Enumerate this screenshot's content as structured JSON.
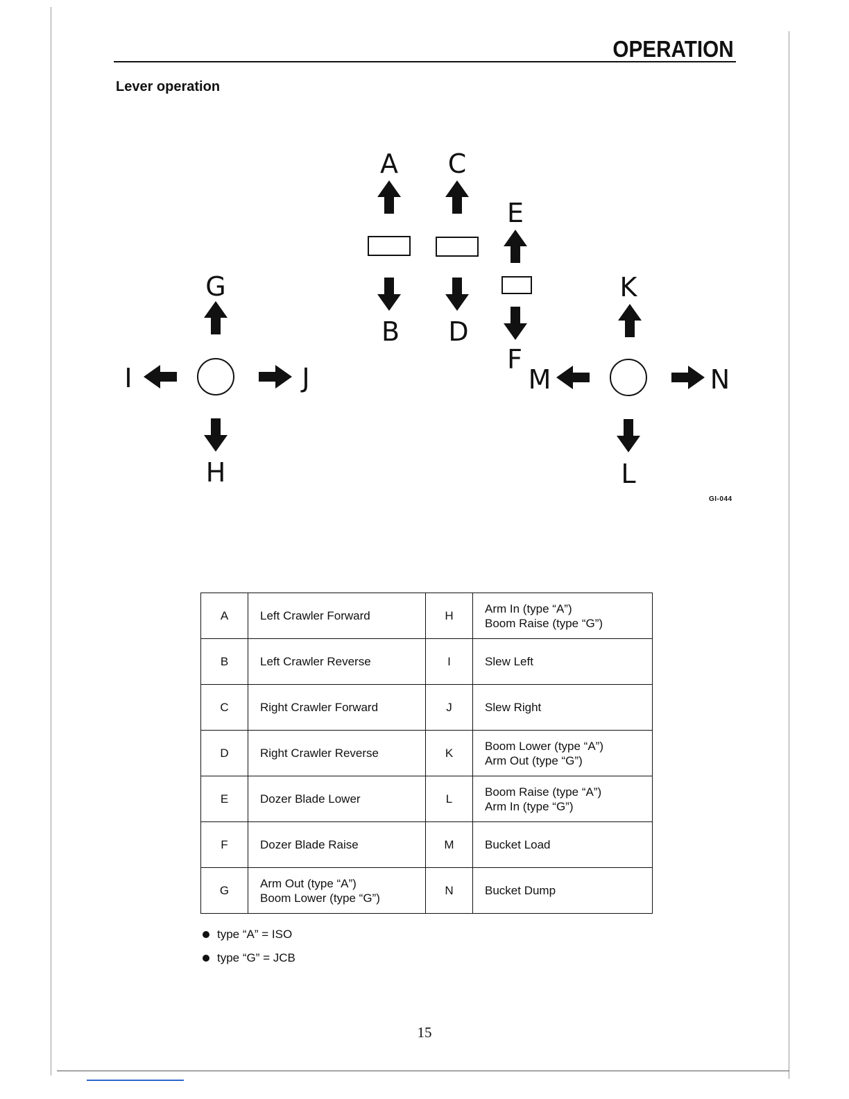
{
  "header": {
    "section_title": "OPERATION",
    "subtitle": "Lever operation"
  },
  "diagram": {
    "labels": {
      "A": "A",
      "B": "B",
      "C": "C",
      "D": "D",
      "E": "E",
      "F": "F",
      "G": "G",
      "H": "H",
      "I": "I",
      "J": "J",
      "K": "K",
      "L": "L",
      "M": "M",
      "N": "N"
    },
    "figure_code": "GI-044"
  },
  "legend_table": {
    "rows": [
      {
        "l_key": "A",
        "l_desc_1": "Left Crawler Forward",
        "l_desc_2": "",
        "r_key": "H",
        "r_desc_1": "Arm In (type “A”)",
        "r_desc_2": "Boom Raise (type “G”)"
      },
      {
        "l_key": "B",
        "l_desc_1": "Left Crawler Reverse",
        "l_desc_2": "",
        "r_key": "I",
        "r_desc_1": "Slew Left",
        "r_desc_2": ""
      },
      {
        "l_key": "C",
        "l_desc_1": "Right Crawler Forward",
        "l_desc_2": "",
        "r_key": "J",
        "r_desc_1": "Slew Right",
        "r_desc_2": ""
      },
      {
        "l_key": "D",
        "l_desc_1": "Right Crawler Reverse",
        "l_desc_2": "",
        "r_key": "K",
        "r_desc_1": "Boom Lower (type “A”)",
        "r_desc_2": "Arm Out (type “G”)"
      },
      {
        "l_key": "E",
        "l_desc_1": "Dozer Blade Lower",
        "l_desc_2": "",
        "r_key": "L",
        "r_desc_1": "Boom Raise (type “A”)",
        "r_desc_2": "Arm In (type “G”)"
      },
      {
        "l_key": "F",
        "l_desc_1": "Dozer Blade Raise",
        "l_desc_2": "",
        "r_key": "M",
        "r_desc_1": "Bucket Load",
        "r_desc_2": ""
      },
      {
        "l_key": "G",
        "l_desc_1": "Arm Out (type “A”)",
        "l_desc_2": "Boom Lower (type “G”)",
        "r_key": "N",
        "r_desc_1": "Bucket Dump",
        "r_desc_2": ""
      }
    ]
  },
  "notes": [
    "type “A” = ISO",
    "type “G” = JCB"
  ],
  "footer": {
    "page_number": "15"
  }
}
